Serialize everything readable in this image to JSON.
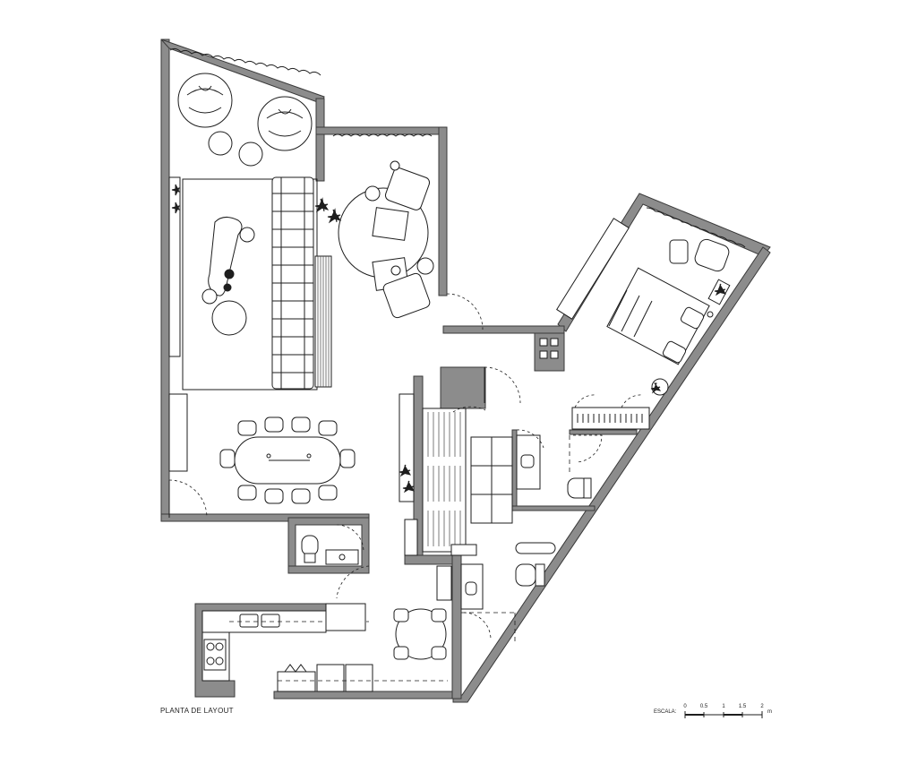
{
  "plan": {
    "title": "PLANTA DE LAYOUT"
  },
  "scale": {
    "label": "ESCALA:",
    "ticks": [
      "0",
      "0.5",
      "1",
      "1.5",
      "2"
    ],
    "unit": "m"
  }
}
